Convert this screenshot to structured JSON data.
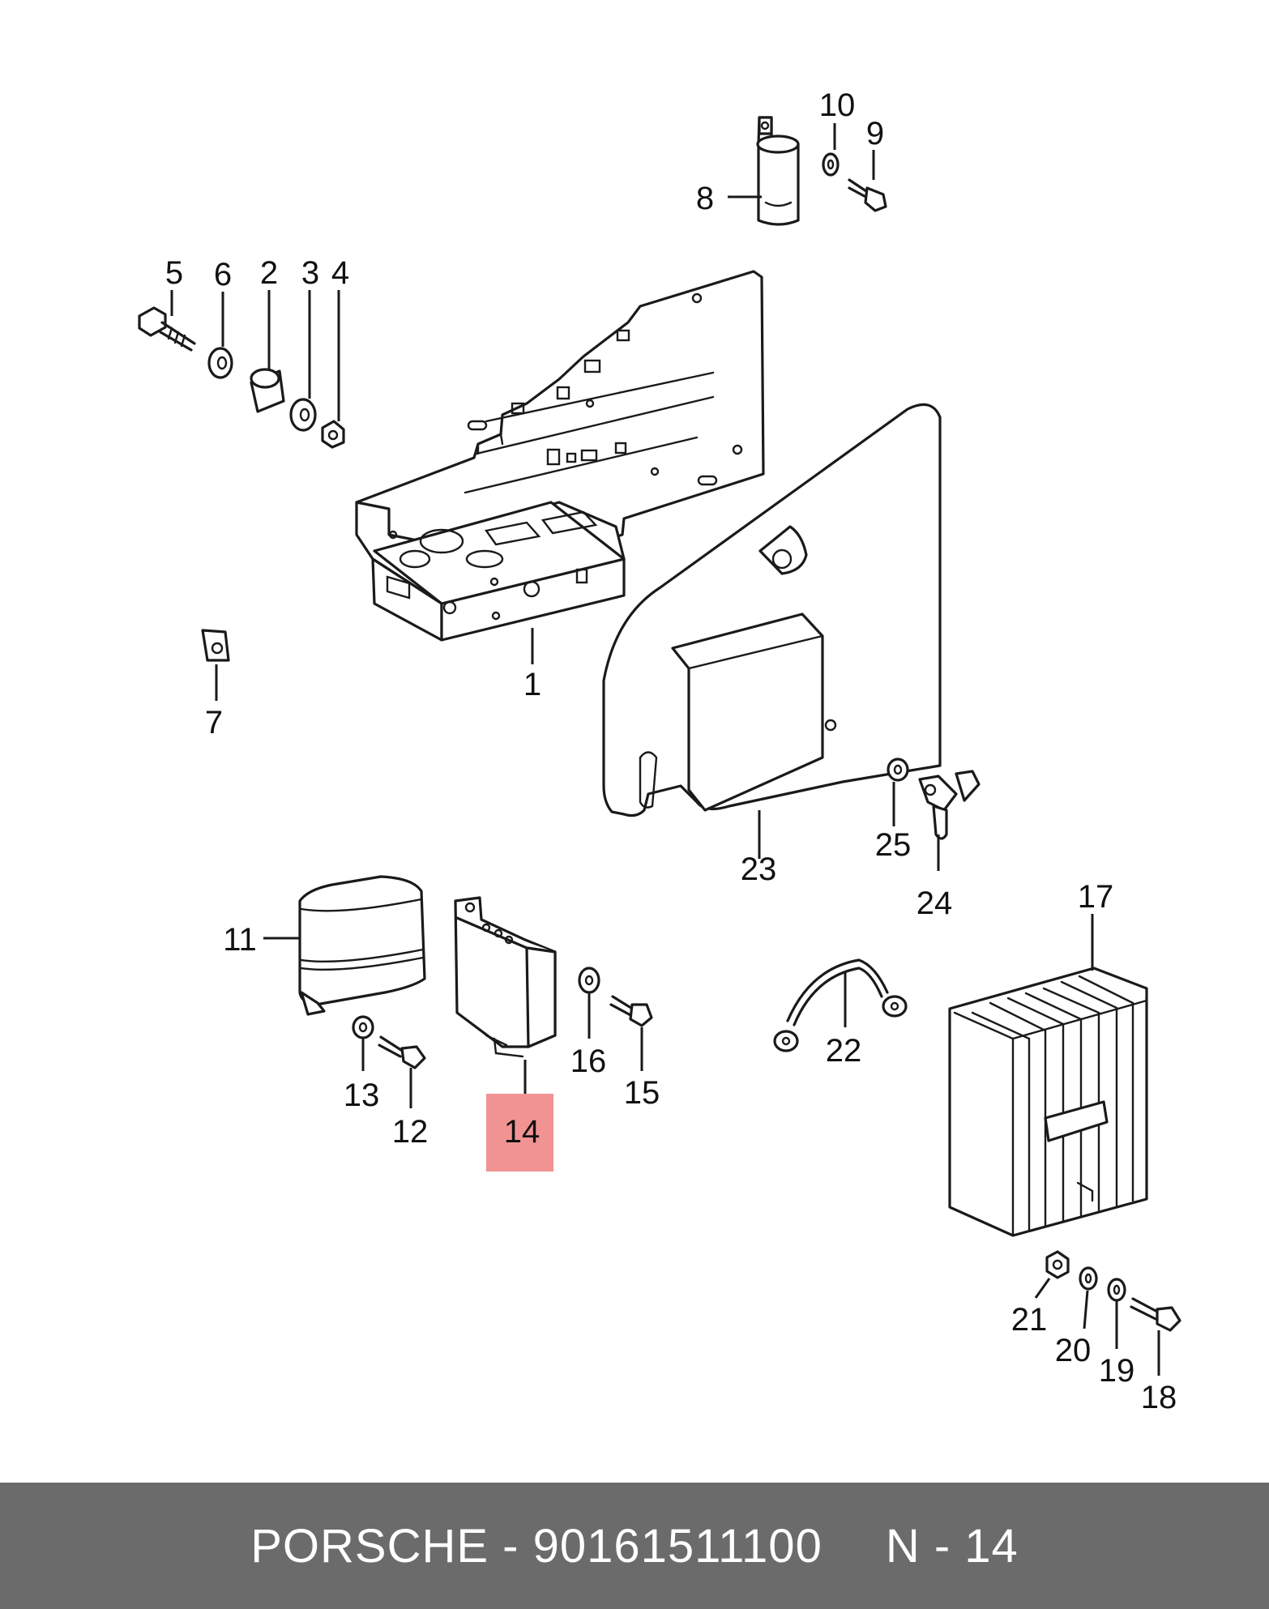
{
  "callouts": {
    "c1": "1",
    "c2": "2",
    "c3": "3",
    "c4": "4",
    "c5": "5",
    "c6": "6",
    "c7": "7",
    "c8": "8",
    "c9": "9",
    "c10": "10",
    "c11": "11",
    "c12": "12",
    "c13": "13",
    "c14": "14",
    "c15": "15",
    "c16": "16",
    "c17": "17",
    "c18": "18",
    "c19": "19",
    "c20": "20",
    "c21": "21",
    "c22": "22",
    "c23": "23",
    "c24": "24",
    "c25": "25"
  },
  "highlighted_part": "14",
  "highlight_color": "#f08a8a",
  "footer": {
    "brand": "PORSCHE",
    "separator": "-",
    "part_number": "90161511100",
    "position_label": "N - 14",
    "background": "#6b6b6b"
  }
}
